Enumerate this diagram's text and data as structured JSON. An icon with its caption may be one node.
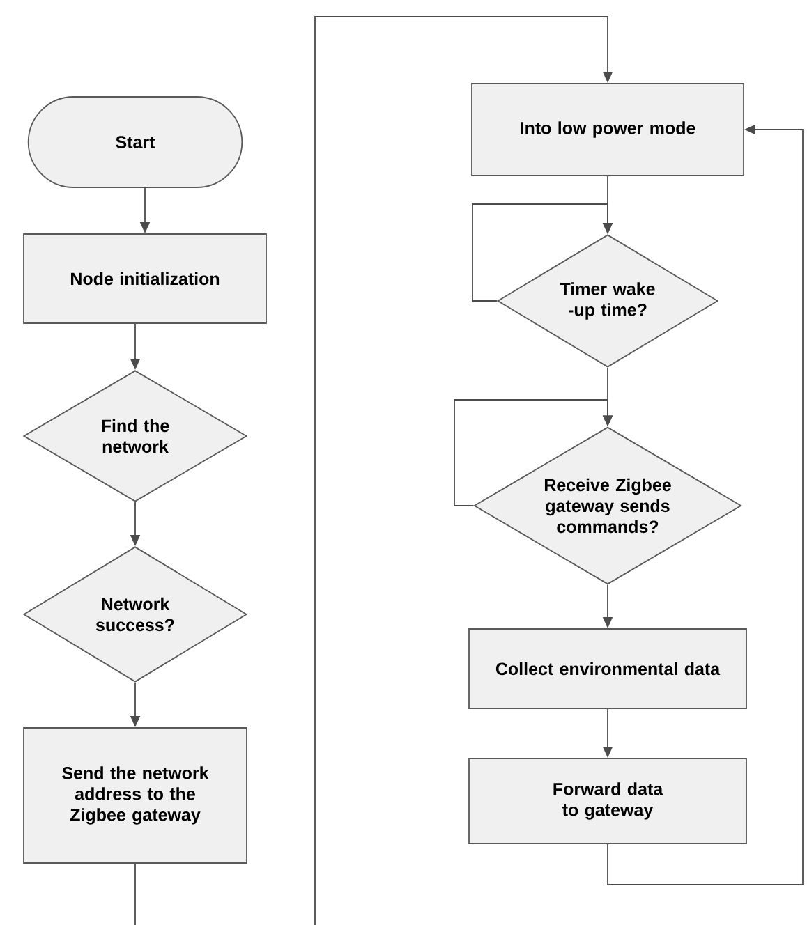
{
  "diagram": {
    "nodes": [
      {
        "text": [
          "Start"
        ]
      },
      {
        "text": [
          "Node initialization"
        ]
      },
      {
        "text": [
          "Find the network"
        ]
      },
      {
        "text": [
          "Network success?"
        ]
      },
      {
        "text": [
          "Send the network address to the Zigbee gateway"
        ]
      },
      {
        "text": [
          "Into low power mode"
        ]
      },
      {
        "text": [
          "Timer wake -up time?"
        ]
      },
      {
        "text": [
          "Receive Zigbee gateway sends commands?"
        ]
      },
      {
        "text": [
          "Collect environmental data"
        ]
      },
      {
        "text": [
          "Forward data to gateway"
        ]
      }
    ],
    "edges": [
      {
        "from": 0,
        "to": 1,
        "arrow": "to"
      },
      {
        "from": 1,
        "to": 2,
        "arrow": "to"
      },
      {
        "from": 2,
        "to": 3,
        "arrow": "to"
      },
      {
        "from": 3,
        "to": 4,
        "arrow": "to"
      },
      {
        "from": 4,
        "to": null,
        "arrow": "none"
      },
      {
        "from": null,
        "to": 5,
        "arrow": "to"
      },
      {
        "from": 5,
        "to": 6,
        "arrow": "to"
      },
      {
        "from": 6,
        "to": 6,
        "arrow": "to"
      },
      {
        "from": 6,
        "to": 7,
        "arrow": "to"
      },
      {
        "from": 7,
        "to": 7,
        "arrow": "to"
      },
      {
        "from": 7,
        "to": 8,
        "arrow": "to"
      },
      {
        "from": 8,
        "to": 9,
        "arrow": "to"
      },
      {
        "from": 9,
        "to": 5,
        "arrow": "to"
      }
    ]
  }
}
